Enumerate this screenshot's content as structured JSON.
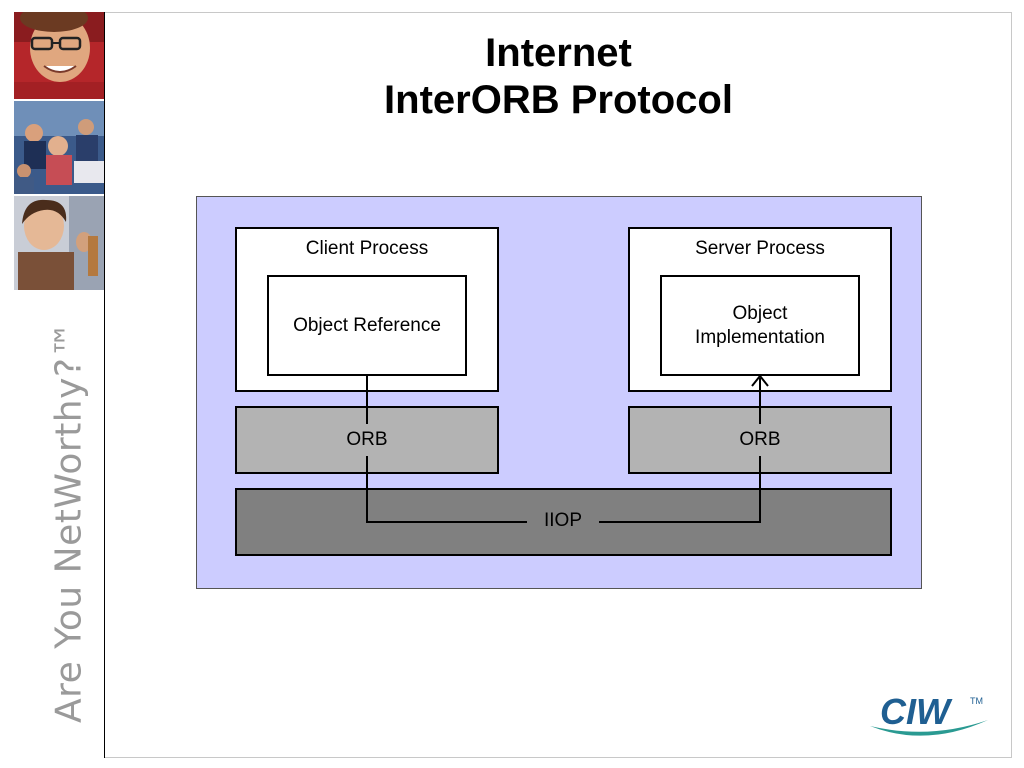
{
  "title": {
    "line1": "Internet",
    "line2": "InterORB Protocol"
  },
  "sidebar": {
    "tagline": "Are You NetWorthy?™"
  },
  "diagram": {
    "client_process": "Client Process",
    "server_process": "Server Process",
    "object_reference": "Object Reference",
    "object_implementation_line1": "Object",
    "object_implementation_line2": "Implementation",
    "client_orb": "ORB",
    "server_orb": "ORB",
    "iiop": "IIOP"
  },
  "logo": {
    "text": "CIW",
    "trademark": "™"
  },
  "colors": {
    "diagram_background": "#ccccff",
    "orb_fill": "#b3b3b3",
    "iiop_fill": "#808080",
    "logo_blue": "#1f5f92",
    "logo_teal": "#2a9a92"
  }
}
